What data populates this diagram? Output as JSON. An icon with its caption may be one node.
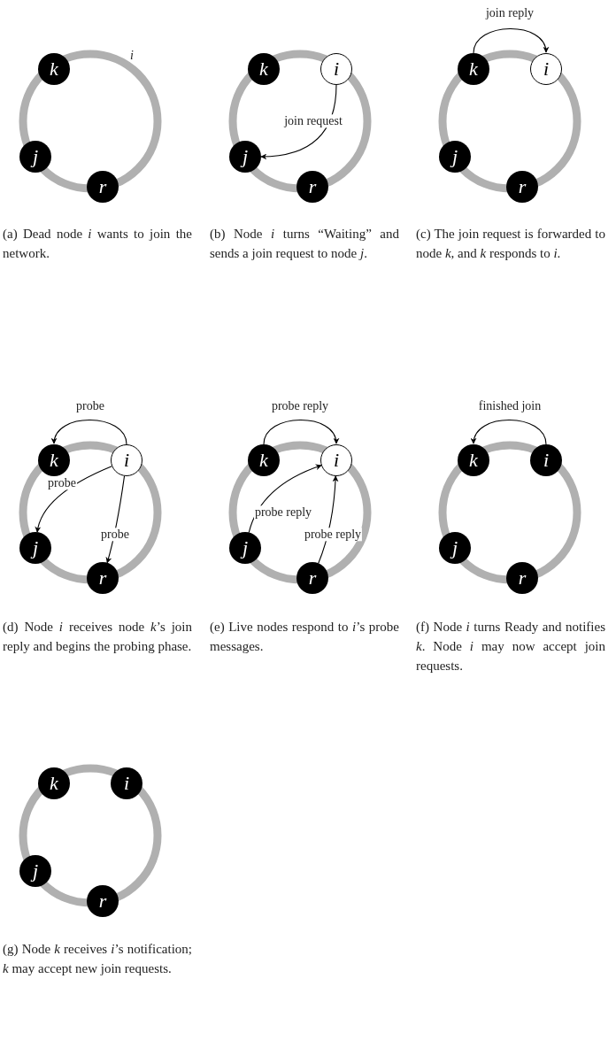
{
  "diagram": {
    "nodes": [
      {
        "text": [
          "k"
        ]
      },
      {
        "text": [
          "j"
        ]
      },
      {
        "text": [
          "r"
        ]
      },
      {
        "text": [
          "k"
        ]
      },
      {
        "text": [
          "i"
        ]
      },
      {
        "text": [
          "j"
        ]
      },
      {
        "text": [
          "r"
        ]
      },
      {
        "text": [
          "k"
        ]
      },
      {
        "text": [
          "i"
        ]
      },
      {
        "text": [
          "j"
        ]
      },
      {
        "text": [
          "r"
        ]
      },
      {
        "text": [
          "k"
        ]
      },
      {
        "text": [
          "i"
        ]
      },
      {
        "text": [
          "j"
        ]
      },
      {
        "text": [
          "r"
        ]
      },
      {
        "text": [
          "k"
        ]
      },
      {
        "text": [
          "i"
        ]
      },
      {
        "text": [
          "j"
        ]
      },
      {
        "text": [
          "r"
        ]
      },
      {
        "text": [
          "k"
        ]
      },
      {
        "text": [
          "i"
        ]
      },
      {
        "text": [
          "j"
        ]
      },
      {
        "text": [
          "r"
        ]
      },
      {
        "text": [
          "k"
        ]
      },
      {
        "text": [
          "i"
        ]
      },
      {
        "text": [
          "j"
        ]
      },
      {
        "text": [
          "r"
        ]
      }
    ],
    "edges": [
      {
        "from": 4,
        "to": 5,
        "arrow": "to",
        "label": "join request"
      },
      {
        "from": 7,
        "to": 8,
        "arrow": "to",
        "label": "join reply"
      },
      {
        "from": 12,
        "to": 11,
        "arrow": "to",
        "label": "probe"
      },
      {
        "from": 12,
        "to": 13,
        "arrow": "to",
        "label": "probe"
      },
      {
        "from": 12,
        "to": 14,
        "arrow": "to",
        "label": "probe"
      },
      {
        "from": 15,
        "to": 16,
        "arrow": "to",
        "label": "probe reply"
      },
      {
        "from": 17,
        "to": 16,
        "arrow": "to",
        "label": "probe reply"
      },
      {
        "from": 18,
        "to": 16,
        "arrow": "to",
        "label": "probe reply"
      },
      {
        "from": 20,
        "to": 19,
        "arrow": "to",
        "label": "finished join"
      }
    ],
    "labels": [
      "*i*",
      "(a) Dead node *i* wants to join the network.",
      "(b) Node *i* turns “Waiting” and sends a join request to node *j*.",
      "(c) The join request is forwarded to node *k*, and *k* responds to *i*.",
      "(d) Node *i* receives node *k*’s join reply and begins the probing phase.",
      "(e) Live nodes respond to *i*’s probe messages.",
      "(f) Node *i* turns Ready and notifies *k*. Node *i* may now accept join requests.",
      "(g) Node *k* receives *i*’s notification; *k* may accept new join requests."
    ]
  }
}
